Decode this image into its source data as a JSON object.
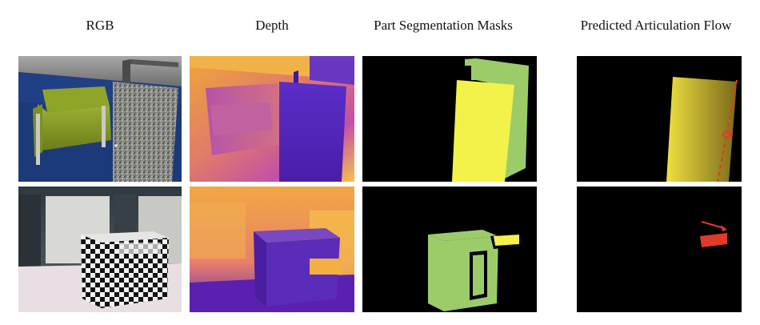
{
  "figure": {
    "headers": {
      "rgb": "RGB",
      "depth": "Depth",
      "masks": "Part Segmentation Masks",
      "flow": "Predicted Articulation Flow"
    },
    "rows": [
      {
        "object": "armchair-with-rotating-door",
        "articulation": "revolute"
      },
      {
        "object": "checkered-cabinet-with-drawer",
        "articulation": "prismatic"
      }
    ],
    "colors": {
      "mask_yellow": "#f2f24a",
      "mask_green": "#9ccc6a",
      "flow_yellow": "#d6c64a",
      "flow_red": "#e03a2a",
      "sofa_green": "#8ea52a",
      "floor_blue": "#1c3a7a"
    }
  }
}
